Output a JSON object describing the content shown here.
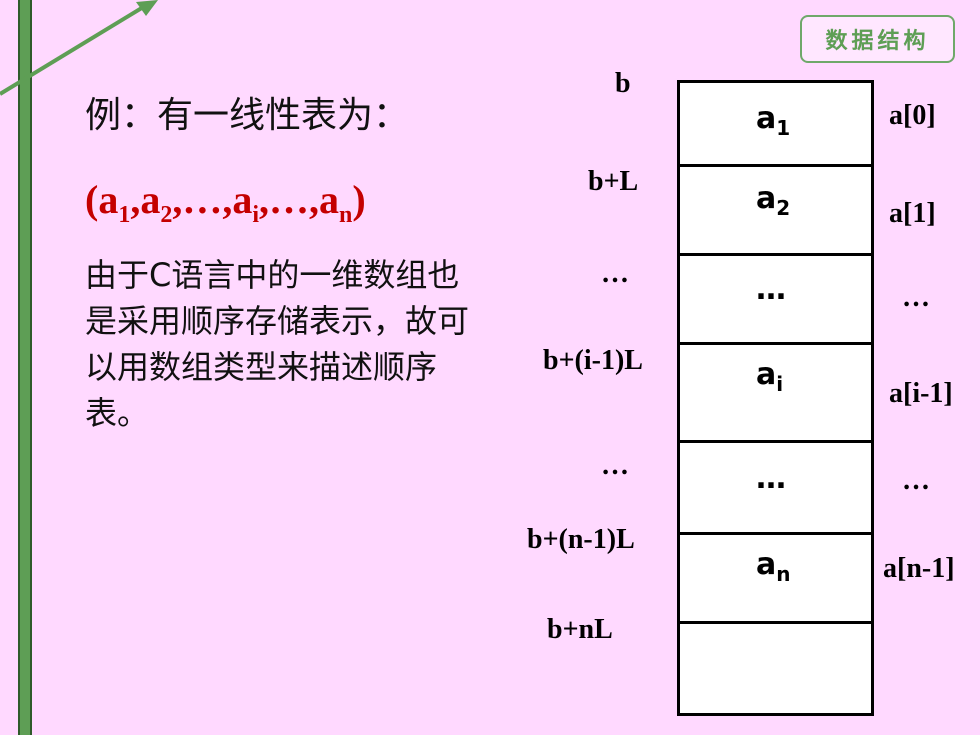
{
  "badge": "数据结构",
  "title": "例：有一线性表为：",
  "sequence": {
    "open": "(",
    "a1": "a",
    "s1": "1",
    "c1": ",",
    "a2": "a",
    "s2": "2",
    "c2": ",…,",
    "ai": "a",
    "si": "i",
    "c3": ",…,",
    "an": "a",
    "sn": "n",
    "close": ")"
  },
  "paragraph": "由于C语言中的一维数组也是采用顺序存储表示，故可以用数组类型来描述顺序表。",
  "addresses": [
    "b",
    "b+L",
    "…",
    "b+(i-1)L",
    "…",
    "b+(n-1)L",
    "b+nL"
  ],
  "cells": [
    {
      "base": "a",
      "sub": "1"
    },
    {
      "base": "a",
      "sub": "2"
    },
    {
      "base": "…",
      "sub": ""
    },
    {
      "base": "a",
      "sub": "i"
    },
    {
      "base": "…",
      "sub": ""
    },
    {
      "base": "a",
      "sub": "n"
    },
    {
      "base": "",
      "sub": ""
    }
  ],
  "indices": [
    "a[0]",
    "a[1]",
    "…",
    "a[i-1]",
    "…",
    "a[n-1]"
  ],
  "colors": {
    "background": "#FFD9FF",
    "accent_green": "#5E9E55",
    "sequence_red": "#C40000"
  }
}
